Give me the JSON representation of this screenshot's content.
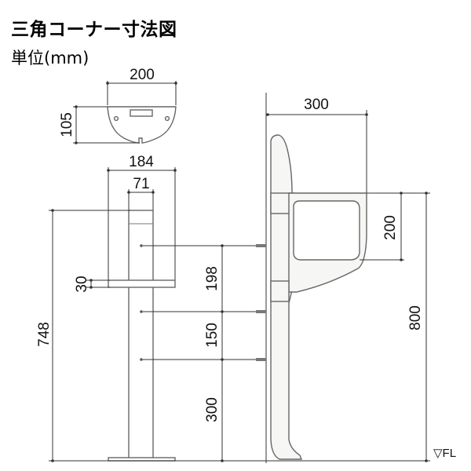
{
  "title": "三角コーナー寸法図",
  "unit": "単位(mm)",
  "floor_label": "▽FL",
  "dims": {
    "top_width": "200",
    "top_depth": "105",
    "post_span": "184",
    "post_width": "71",
    "arm_height": "30",
    "total_height": "748",
    "gap_upper": "198",
    "gap_middle": "150",
    "gap_lower": "300",
    "side_depth": "300",
    "basket_height": "200",
    "side_height": "800"
  },
  "colors": {
    "line": "#333333",
    "outline": "#666666",
    "background": "#ffffff"
  }
}
